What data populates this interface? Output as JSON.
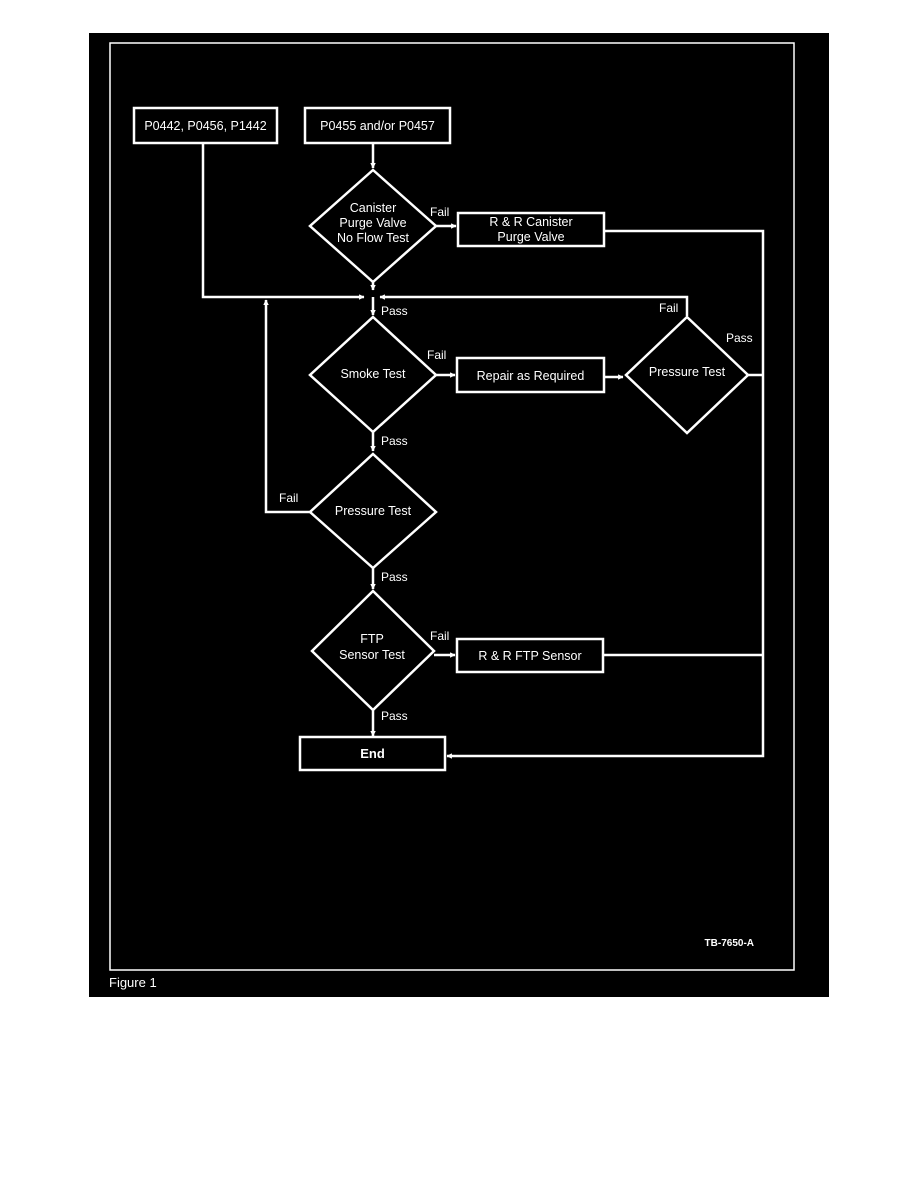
{
  "colors": {
    "background": "#000000",
    "page": "#ffffff",
    "line": "#ffffff",
    "text": "#ffffff"
  },
  "boxes": {
    "start_a": "P0442, P0456, P1442",
    "start_b": "P0455 and/or P0457",
    "rr_canister_line1": "R & R Canister",
    "rr_canister_line2": "Purge Valve",
    "repair": "Repair as Required",
    "rr_ftp": "R & R FTP Sensor",
    "end": "End"
  },
  "decisions": {
    "canister_line1": "Canister",
    "canister_line2": "Purge Valve",
    "canister_line3": "No Flow Test",
    "smoke": "Smoke Test",
    "pressure_right": "Pressure Test",
    "pressure_left": "Pressure Test",
    "ftp_line1": "FTP",
    "ftp_line2": "Sensor Test"
  },
  "edge_labels": {
    "fail_canister": "Fail",
    "pass_after_merge": "Pass",
    "fail_smoke": "Fail",
    "fail_pressure_right": "Fail",
    "pass_pressure_right": "Pass",
    "pass_smoke": "Pass",
    "fail_pressure_left": "Fail",
    "pass_pressure_left": "Pass",
    "fail_ftp": "Fail",
    "pass_ftp": "Pass"
  },
  "reference": "TB-7650-A",
  "caption": "Figure 1"
}
